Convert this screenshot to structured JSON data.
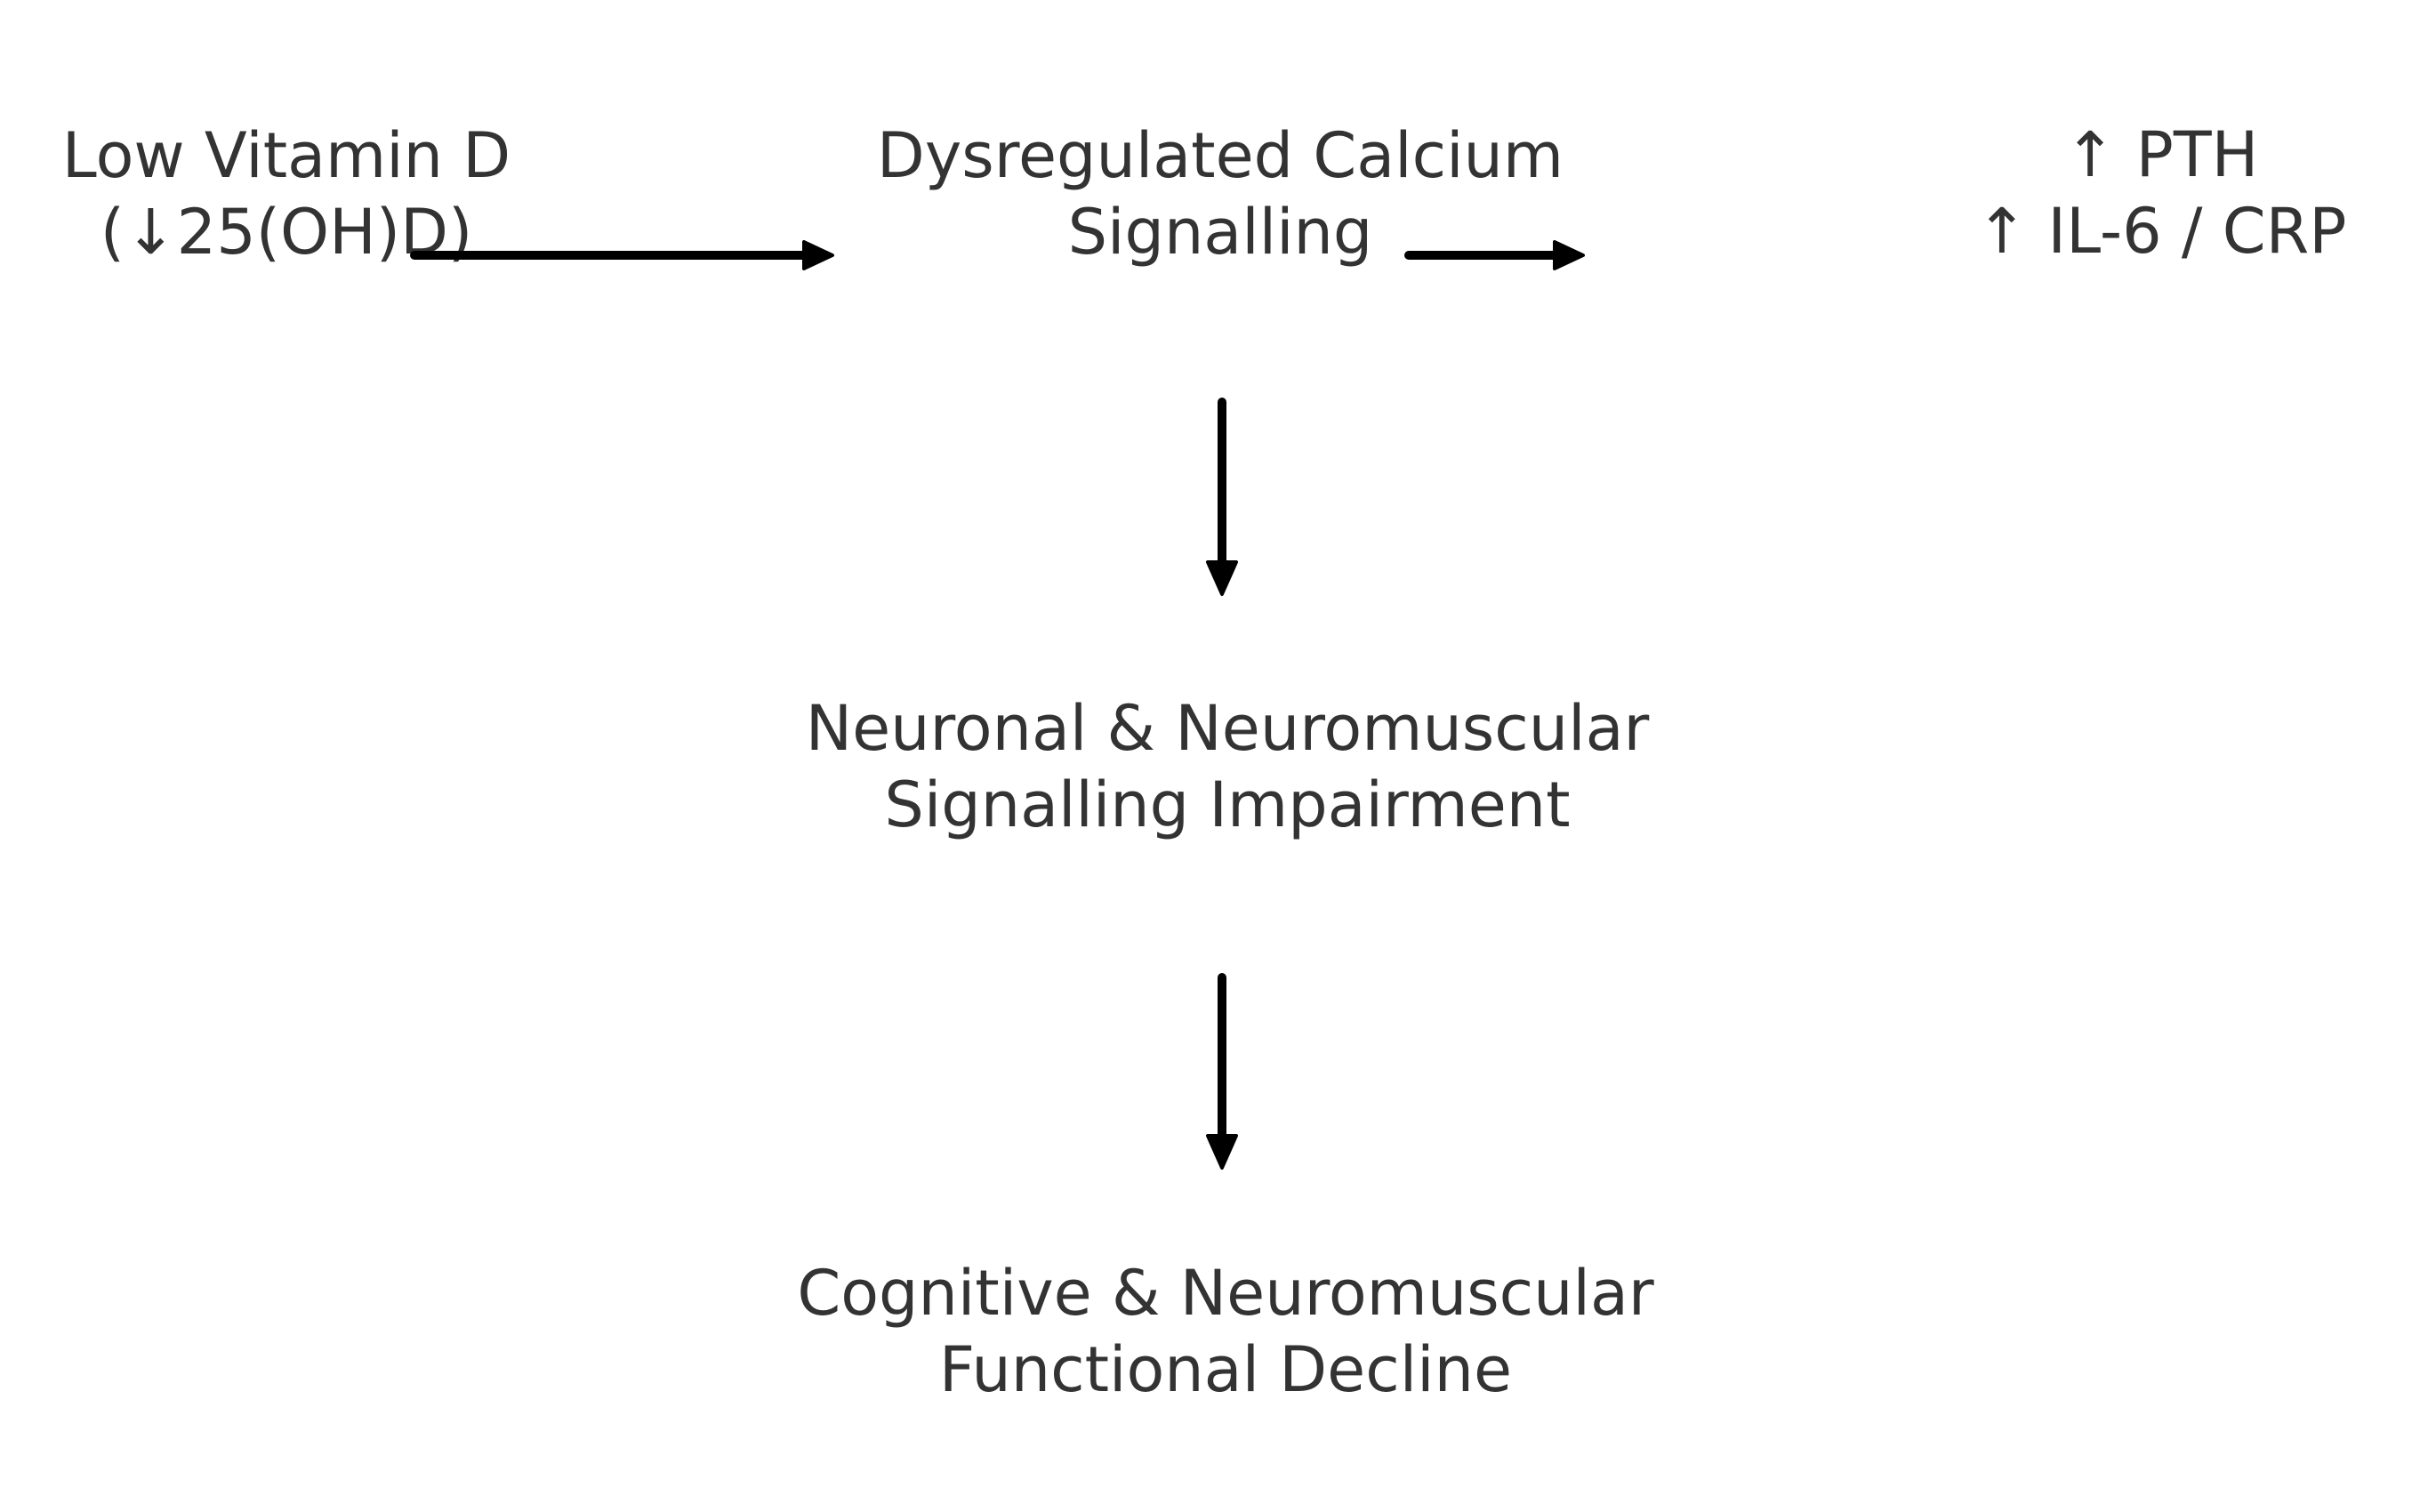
{
  "diagram": {
    "title": "",
    "text_color": "#333333",
    "arrow_color": "#000000",
    "background_color": "#ffffff",
    "nodes": [
      {
        "id": "low-vitamin-d",
        "lines": [
          "Low Vitamin D",
          "(↓25(OH)D)"
        ]
      },
      {
        "id": "dysregulated-calcium",
        "lines": [
          "Dysregulated Calcium",
          "Signalling"
        ]
      },
      {
        "id": "pth-il6-crp",
        "lines": [
          "↑ PTH",
          "↑ IL-6 / CRP"
        ]
      },
      {
        "id": "neuronal-impairment",
        "lines": [
          "Neuronal & Neuromuscular",
          "Signalling Impairment"
        ]
      },
      {
        "id": "cognitive-decline",
        "lines": [
          "Cognitive & Neuromuscular",
          "Functional Decline"
        ]
      }
    ],
    "edges": [
      {
        "from": "low-vitamin-d",
        "to": "dysregulated-calcium",
        "direction": "right"
      },
      {
        "from": "dysregulated-calcium",
        "to": "pth-il6-crp",
        "direction": "right"
      },
      {
        "from": "dysregulated-calcium",
        "to": "neuronal-impairment",
        "direction": "down"
      },
      {
        "from": "neuronal-impairment",
        "to": "cognitive-decline",
        "direction": "down"
      }
    ]
  }
}
